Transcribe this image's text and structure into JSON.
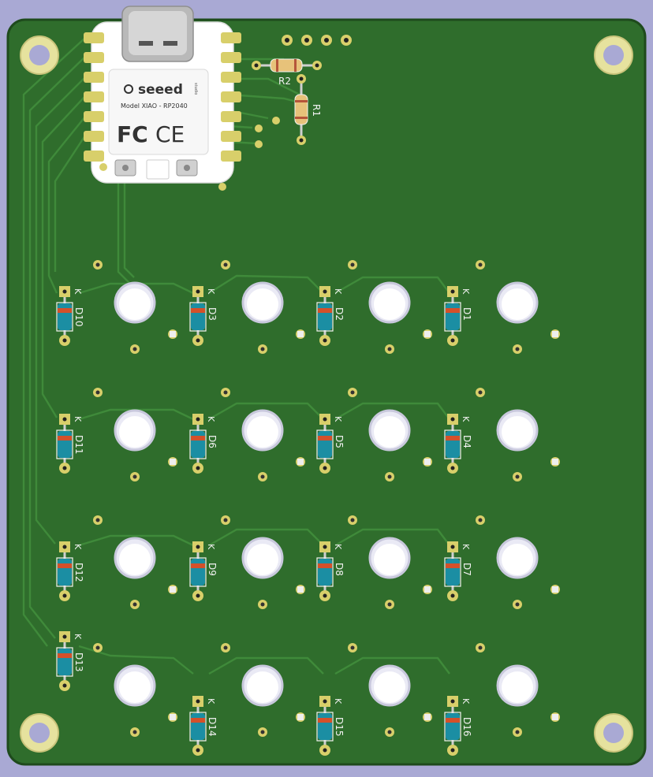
{
  "colors": {
    "background": "#a9a9d4",
    "board": "#2f6d2c",
    "board_edge": "#1e4a1c",
    "trace": "#3f8a3a",
    "pad_gold": "#d8cf6a",
    "silk": "#f2f2f2",
    "diode_body": "#1b8ea3",
    "diode_band": "#d4502a",
    "resistor_body": "#e7c27a",
    "module_body": "#ffffff",
    "usb_metal": "#b9b9b9"
  },
  "module": {
    "brand": "seeed",
    "brand_sub": "studio",
    "model": "Model XIAO - RP2040",
    "cert_fc": "FC",
    "cert_ce": "CE"
  },
  "resistors": [
    {
      "ref": "R2"
    },
    {
      "ref": "R1"
    }
  ],
  "diodes": [
    {
      "ref": "D10",
      "pin_label": "K"
    },
    {
      "ref": "D3",
      "pin_label": "K"
    },
    {
      "ref": "D2",
      "pin_label": "K"
    },
    {
      "ref": "D1",
      "pin_label": "K"
    },
    {
      "ref": "D11",
      "pin_label": "K"
    },
    {
      "ref": "D6",
      "pin_label": "K"
    },
    {
      "ref": "D5",
      "pin_label": "K"
    },
    {
      "ref": "D4",
      "pin_label": "K"
    },
    {
      "ref": "D12",
      "pin_label": "K"
    },
    {
      "ref": "D9",
      "pin_label": "K"
    },
    {
      "ref": "D8",
      "pin_label": "K"
    },
    {
      "ref": "D7",
      "pin_label": "K"
    },
    {
      "ref": "D13",
      "pin_label": "K"
    },
    {
      "ref": "D14",
      "pin_label": "K"
    },
    {
      "ref": "D15",
      "pin_label": "K"
    },
    {
      "ref": "D16",
      "pin_label": "K"
    }
  ]
}
